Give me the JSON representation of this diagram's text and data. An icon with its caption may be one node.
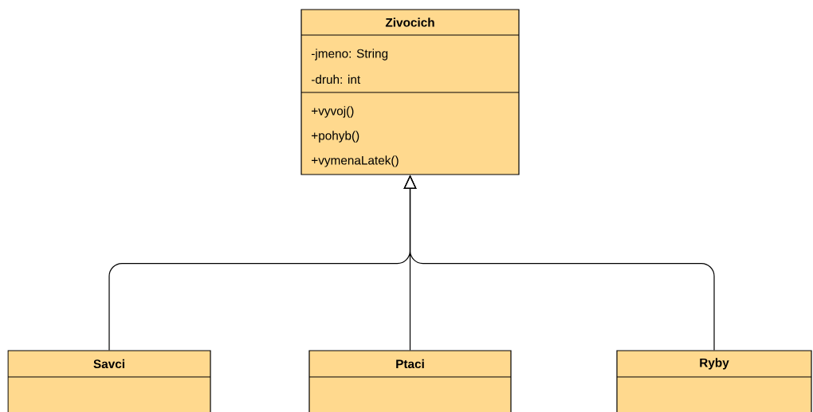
{
  "diagram": {
    "nodes": [
      {
        "text": [
          "Zivocich",
          "-jmeno: String",
          "-druh: int",
          "+vyvoj()",
          "+pohyb()",
          "+vymenaLatek()"
        ]
      },
      {
        "text": [
          "Savci"
        ]
      },
      {
        "text": [
          "Ptaci"
        ]
      },
      {
        "text": [
          "Ryby"
        ]
      }
    ],
    "edges": [
      {
        "from": 1,
        "to": 0,
        "arrow": "to"
      },
      {
        "from": 2,
        "to": 0,
        "arrow": "to"
      },
      {
        "from": 3,
        "to": 0,
        "arrow": "to"
      }
    ]
  }
}
